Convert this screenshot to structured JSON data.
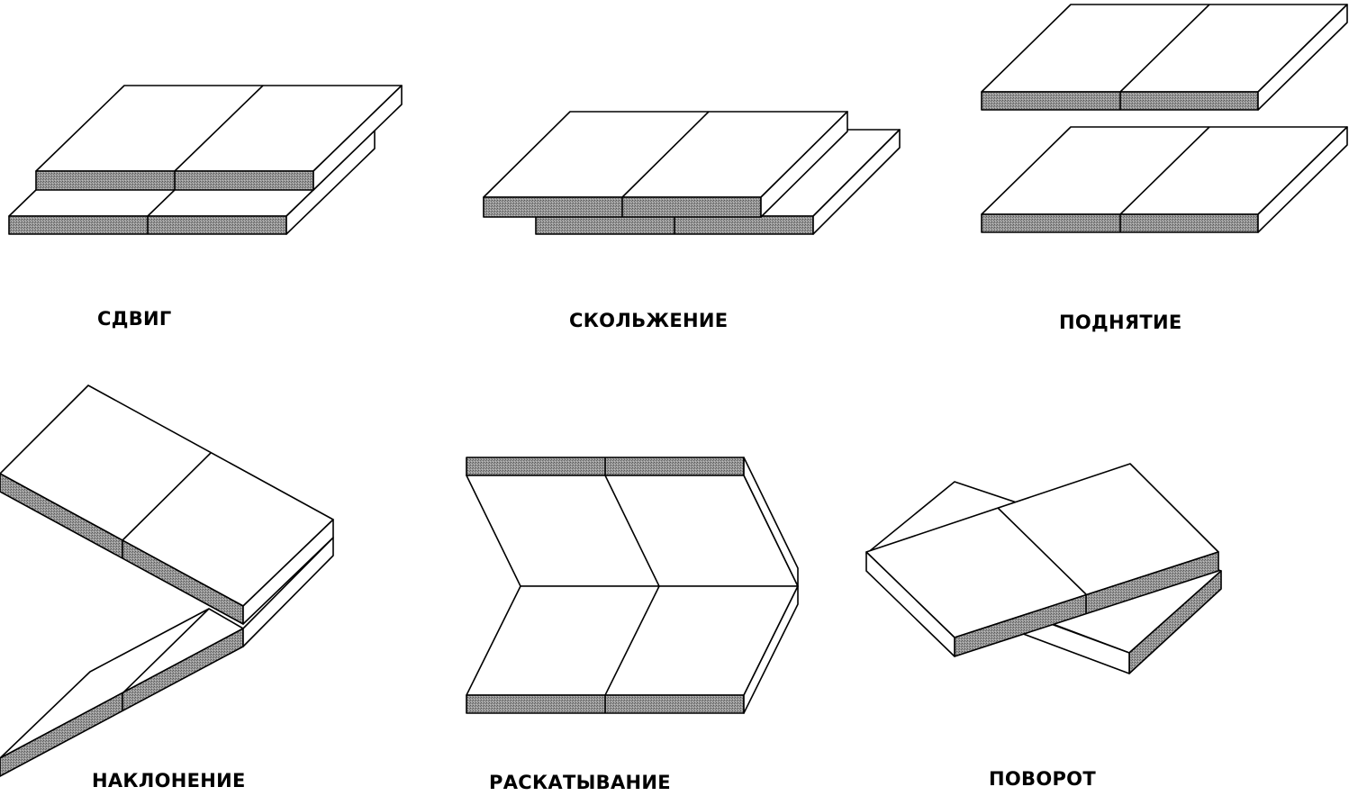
{
  "diagram": {
    "panels": [
      {
        "id": "shear",
        "label": "СДВИГ"
      },
      {
        "id": "slide",
        "label": "СКОЛЬЖЕНИЕ"
      },
      {
        "id": "lift",
        "label": "ПОДНЯТИЕ"
      },
      {
        "id": "tilt",
        "label": "НАКЛОНЕНИЕ"
      },
      {
        "id": "roll",
        "label": "РАСКАТЫВАНИЕ"
      },
      {
        "id": "rotate",
        "label": "ПОВОРОТ"
      }
    ],
    "colors": {
      "outline": "#000000",
      "edge_fill": "#8a8a8a",
      "background": "#ffffff"
    }
  }
}
